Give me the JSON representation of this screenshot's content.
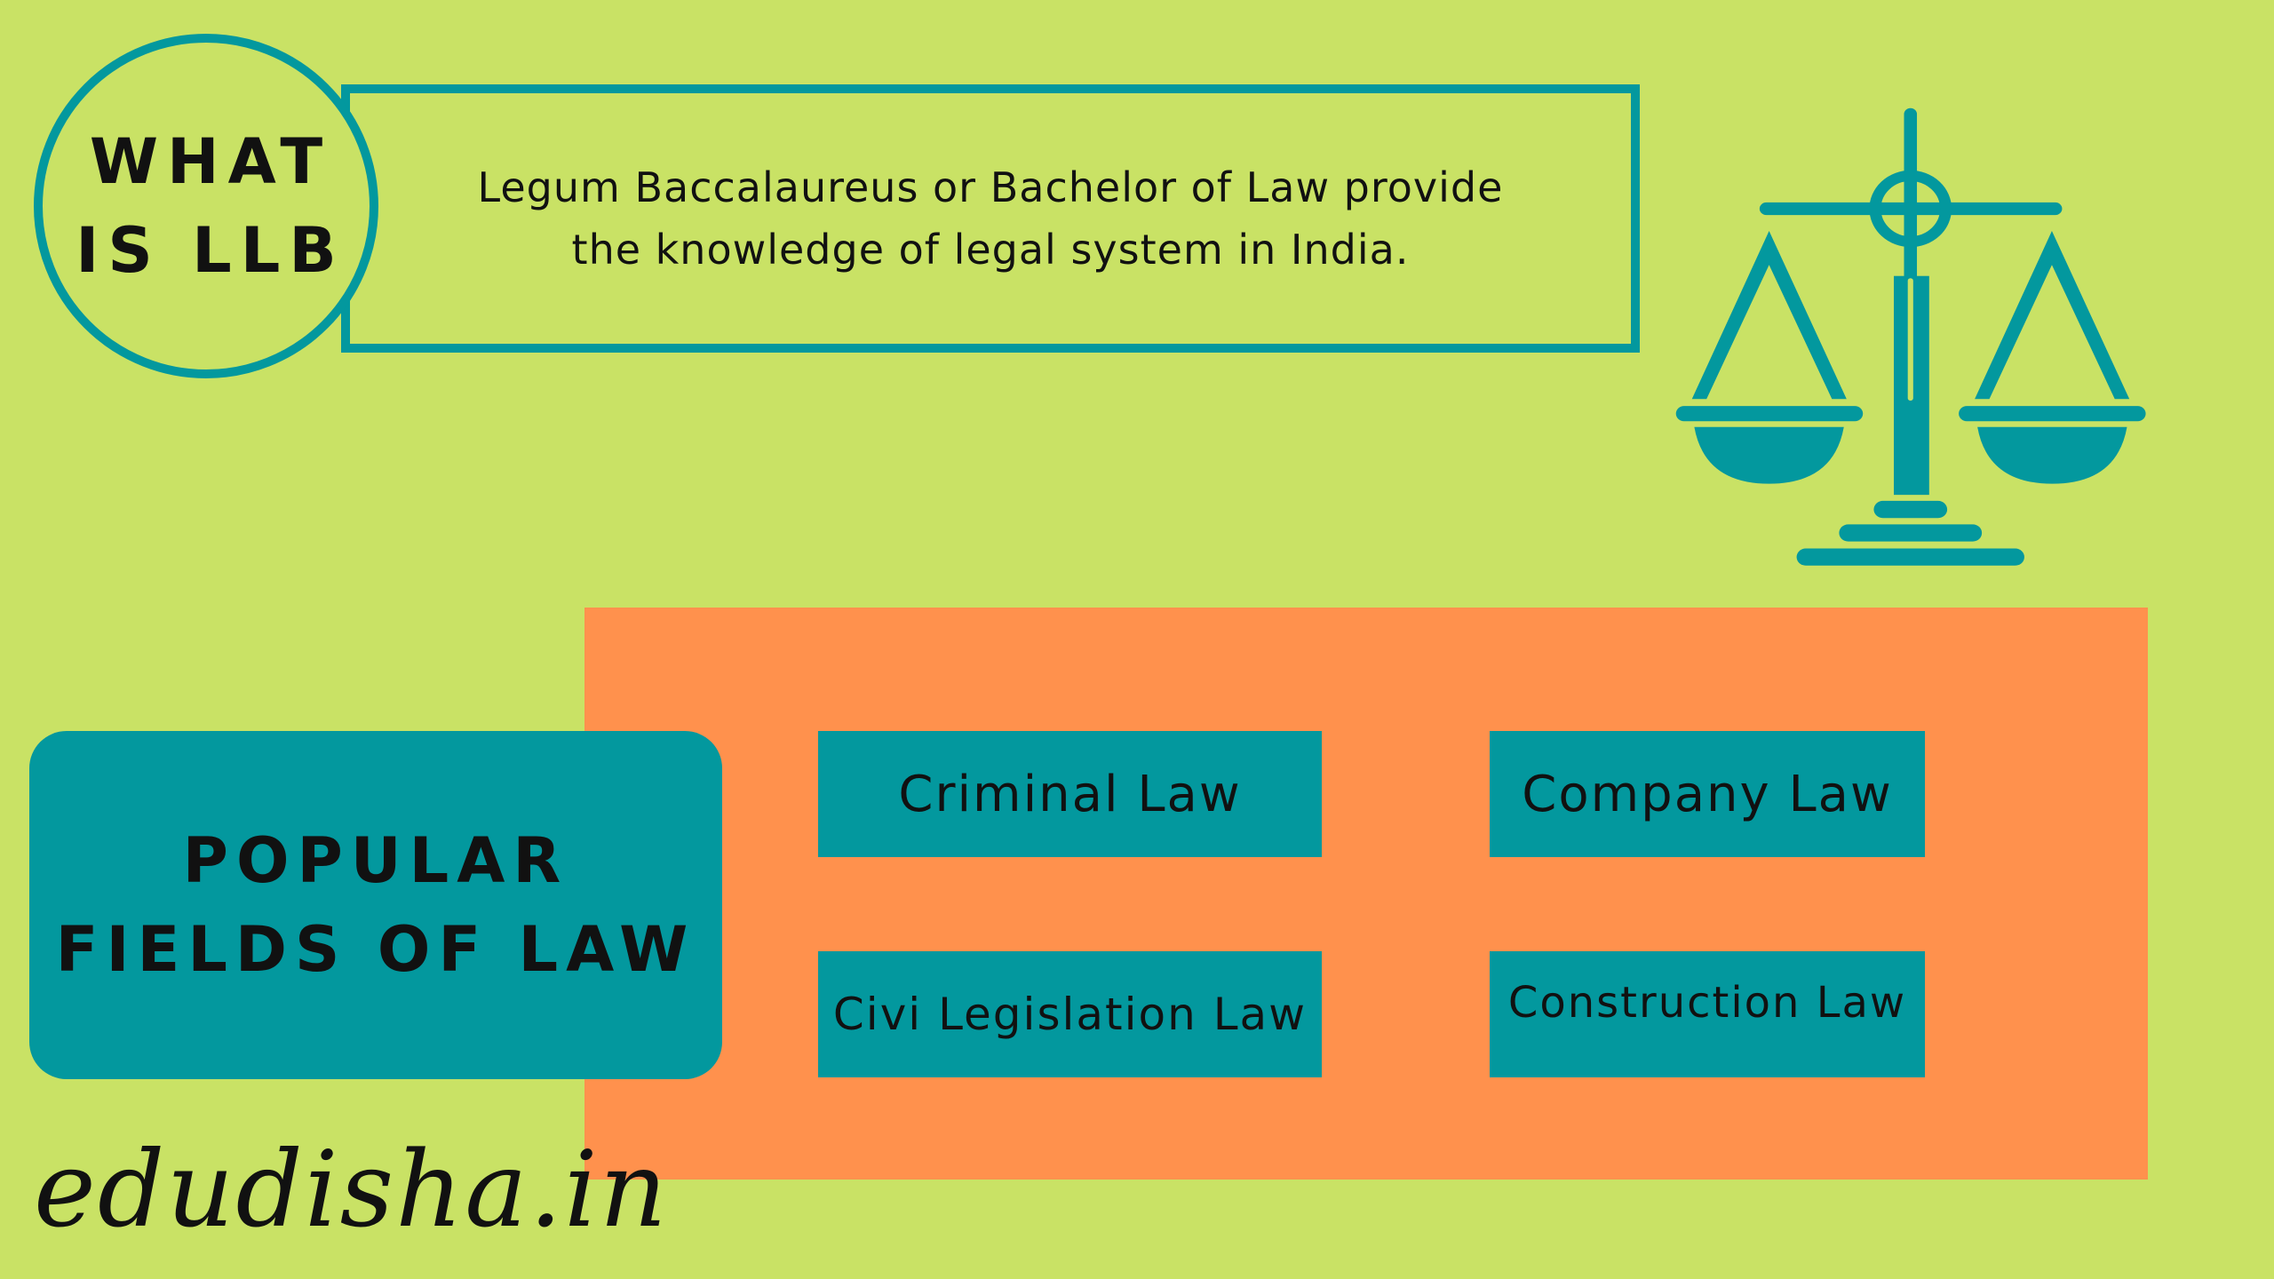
{
  "header": {
    "title_line1": "WHAT",
    "title_line2": "IS LLB",
    "description_line1": "Legum Baccalaureus or Bachelor of Law provide",
    "description_line2": "the knowledge of legal system in India."
  },
  "fields": {
    "heading_line1": "POPULAR",
    "heading_line2": "FIELDS OF LAW",
    "items": [
      {
        "label": "Criminal Law"
      },
      {
        "label": "Company Law"
      },
      {
        "label": "Civi Legislation Law"
      },
      {
        "label": "Construction Law"
      }
    ]
  },
  "footer": {
    "brand": "edudisha.in"
  },
  "icons": {
    "scale": "scales-of-justice-icon"
  },
  "colors": {
    "background": "#C9E265",
    "teal": "#03989E",
    "orange": "#FF914D"
  }
}
